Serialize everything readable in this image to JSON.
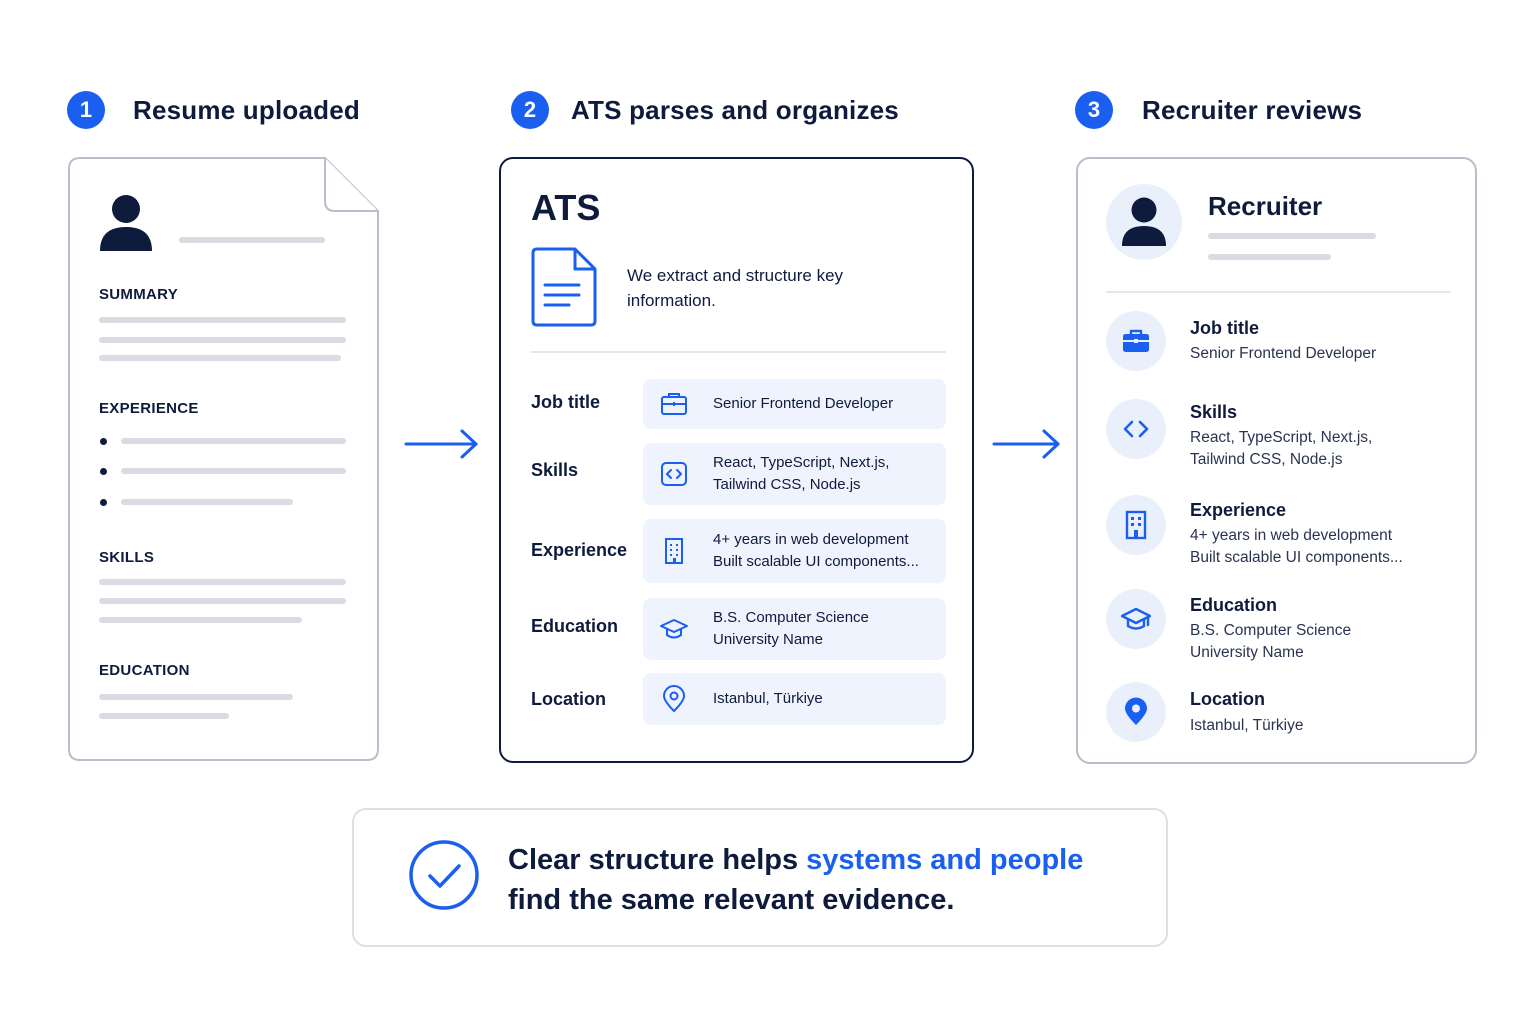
{
  "steps": [
    {
      "number": "1",
      "title": "Resume uploaded"
    },
    {
      "number": "2",
      "title": "ATS parses and organizes"
    },
    {
      "number": "3",
      "title": "Recruiter reviews"
    }
  ],
  "resume": {
    "sections": [
      "SUMMARY",
      "EXPERIENCE",
      "SKILLS",
      "EDUCATION"
    ],
    "icons": {
      "avatar": "person-icon"
    }
  },
  "ats": {
    "title": "ATS",
    "description": "We extract and structure key information.",
    "fields": [
      {
        "label": "Job title",
        "value": "Senior Frontend Developer",
        "icon": "briefcase-icon"
      },
      {
        "label": "Skills",
        "value": "React, TypeScript, Next.js,\nTailwind CSS, Node.js",
        "icon": "code-icon"
      },
      {
        "label": "Experience",
        "value": "4+ years in web development\nBuilt scalable UI components...",
        "icon": "building-icon"
      },
      {
        "label": "Education",
        "value": "B.S. Computer Science\nUniversity Name",
        "icon": "graduation-cap-icon"
      },
      {
        "label": "Location",
        "value": "Istanbul, Türkiye",
        "icon": "location-pin-icon"
      }
    ]
  },
  "recruiter": {
    "name": "Recruiter",
    "fields": [
      {
        "label": "Job title",
        "value": "Senior Frontend Developer",
        "icon": "briefcase-icon"
      },
      {
        "label": "Skills",
        "value": "React, TypeScript, Next.js,\nTailwind CSS, Node.js",
        "icon": "code-icon"
      },
      {
        "label": "Experience",
        "value": "4+ years in web development\nBuilt scalable UI components...",
        "icon": "building-icon"
      },
      {
        "label": "Education",
        "value": "B.S. Computer Science\nUniversity Name",
        "icon": "graduation-cap-icon"
      },
      {
        "label": "Location",
        "value": "Istanbul, Türkiye",
        "icon": "location-pin-icon"
      }
    ]
  },
  "banner": {
    "part1": "Clear structure helps ",
    "highlight": "systems and people",
    "line2": "find the same relevant evidence."
  },
  "colors": {
    "accent": "#1a5ff0",
    "ink": "#0f1b3d",
    "pill": "#eef3fd",
    "placeholder": "#d9dce3"
  }
}
